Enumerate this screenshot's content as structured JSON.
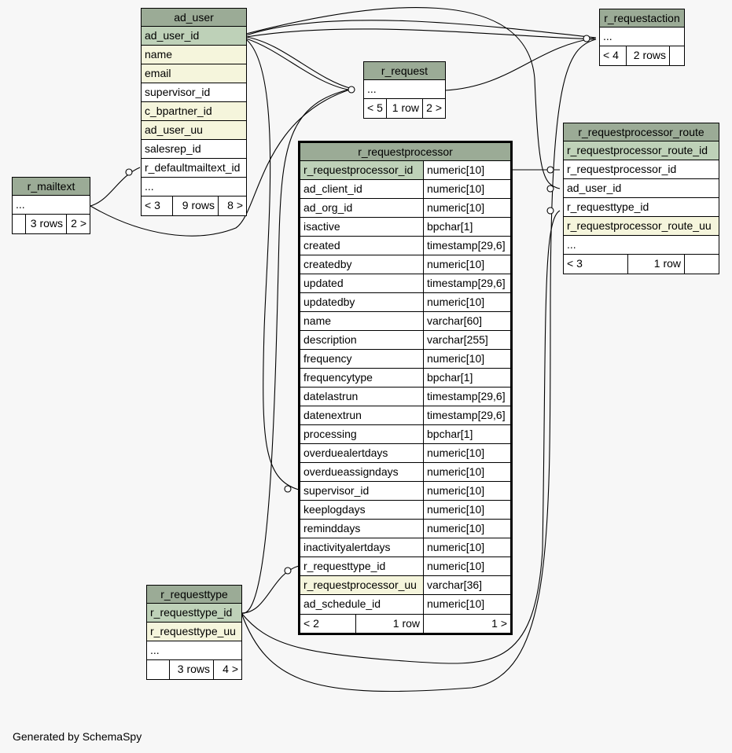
{
  "tables": {
    "ad_user": {
      "name": "ad_user",
      "columns": [
        "ad_user_id",
        "name",
        "email",
        "supervisor_id",
        "c_bpartner_id",
        "ad_user_uu",
        "salesrep_id",
        "r_defaultmailtext_id",
        "..."
      ],
      "footer": {
        "parents": "< 3",
        "rows": "9 rows",
        "children": "8 >"
      }
    },
    "r_mailtext": {
      "name": "r_mailtext",
      "columns": [
        "..."
      ],
      "footer": {
        "parents": "",
        "rows": "3 rows",
        "children": "2 >"
      }
    },
    "r_request": {
      "name": "r_request",
      "columns": [
        "..."
      ],
      "footer": {
        "parents": "< 5",
        "rows": "1 row",
        "children": "2 >"
      }
    },
    "r_requestaction": {
      "name": "r_requestaction",
      "columns": [
        "..."
      ],
      "footer": {
        "parents": "< 4",
        "rows": "2 rows",
        "children": ""
      }
    },
    "r_requestprocessor_route": {
      "name": "r_requestprocessor_route",
      "columns": [
        "r_requestprocessor_route_id",
        "r_requestprocessor_id",
        "ad_user_id",
        "r_requesttype_id",
        "r_requestprocessor_route_uu",
        "..."
      ],
      "footer": {
        "parents": "< 3",
        "rows": "1 row",
        "children": ""
      }
    },
    "r_requesttype": {
      "name": "r_requesttype",
      "columns": [
        "r_requesttype_id",
        "r_requesttype_uu",
        "..."
      ],
      "footer": {
        "parents": "",
        "rows": "3 rows",
        "children": "4 >"
      }
    },
    "r_requestprocessor": {
      "name": "r_requestprocessor",
      "columns": [
        {
          "name": "r_requestprocessor_id",
          "type": "numeric[10]"
        },
        {
          "name": "ad_client_id",
          "type": "numeric[10]"
        },
        {
          "name": "ad_org_id",
          "type": "numeric[10]"
        },
        {
          "name": "isactive",
          "type": "bpchar[1]"
        },
        {
          "name": "created",
          "type": "timestamp[29,6]"
        },
        {
          "name": "createdby",
          "type": "numeric[10]"
        },
        {
          "name": "updated",
          "type": "timestamp[29,6]"
        },
        {
          "name": "updatedby",
          "type": "numeric[10]"
        },
        {
          "name": "name",
          "type": "varchar[60]"
        },
        {
          "name": "description",
          "type": "varchar[255]"
        },
        {
          "name": "frequency",
          "type": "numeric[10]"
        },
        {
          "name": "frequencytype",
          "type": "bpchar[1]"
        },
        {
          "name": "datelastrun",
          "type": "timestamp[29,6]"
        },
        {
          "name": "datenextrun",
          "type": "timestamp[29,6]"
        },
        {
          "name": "processing",
          "type": "bpchar[1]"
        },
        {
          "name": "overduealertdays",
          "type": "numeric[10]"
        },
        {
          "name": "overdueassigndays",
          "type": "numeric[10]"
        },
        {
          "name": "supervisor_id",
          "type": "numeric[10]"
        },
        {
          "name": "keeplogdays",
          "type": "numeric[10]"
        },
        {
          "name": "reminddays",
          "type": "numeric[10]"
        },
        {
          "name": "inactivityalertdays",
          "type": "numeric[10]"
        },
        {
          "name": "r_requesttype_id",
          "type": "numeric[10]"
        },
        {
          "name": "r_requestprocessor_uu",
          "type": "varchar[36]"
        },
        {
          "name": "ad_schedule_id",
          "type": "numeric[10]"
        }
      ],
      "footer": {
        "parents": "< 2",
        "rows": "1 row",
        "children": "1 >"
      }
    }
  },
  "colors": {
    "header": "#9bab96",
    "primary_key": "#bed1b8",
    "indexed": "#f5f5dc",
    "background": "#f7f7f7"
  },
  "credit": "Generated by SchemaSpy"
}
